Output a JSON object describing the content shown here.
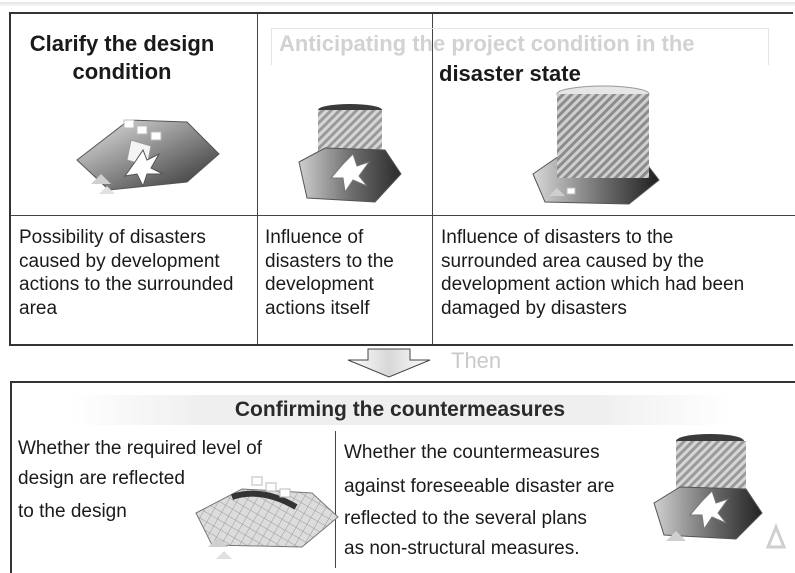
{
  "top_section": {
    "col1_title": "Clarify the design condition",
    "col2_title_faded": "Anticipating the project condition in the",
    "col2_title_dark": "the project condition in the",
    "col2_title_line2": "disaster state",
    "cells": [
      "Possibility of disasters caused by development actions to the surrounded area",
      "Influence of disasters to the development actions itself",
      "Influence of disasters to the surrounded area caused by the development action which had been damaged by disasters"
    ]
  },
  "arrow": {
    "label": "Then"
  },
  "bottom_section": {
    "title": "Confirming the countermeasures",
    "left_text": [
      "Whether the required level of",
      "design are reflected",
      "to the design"
    ],
    "right_text": [
      "Whether the countermeasures",
      "against foreseeable disaster are",
      "reflected to the several  plans",
      "as non-structural measures."
    ]
  },
  "colors": {
    "border": "#333333",
    "faded_text": "#d2d2d2",
    "hatch": "#9a9a9a"
  }
}
